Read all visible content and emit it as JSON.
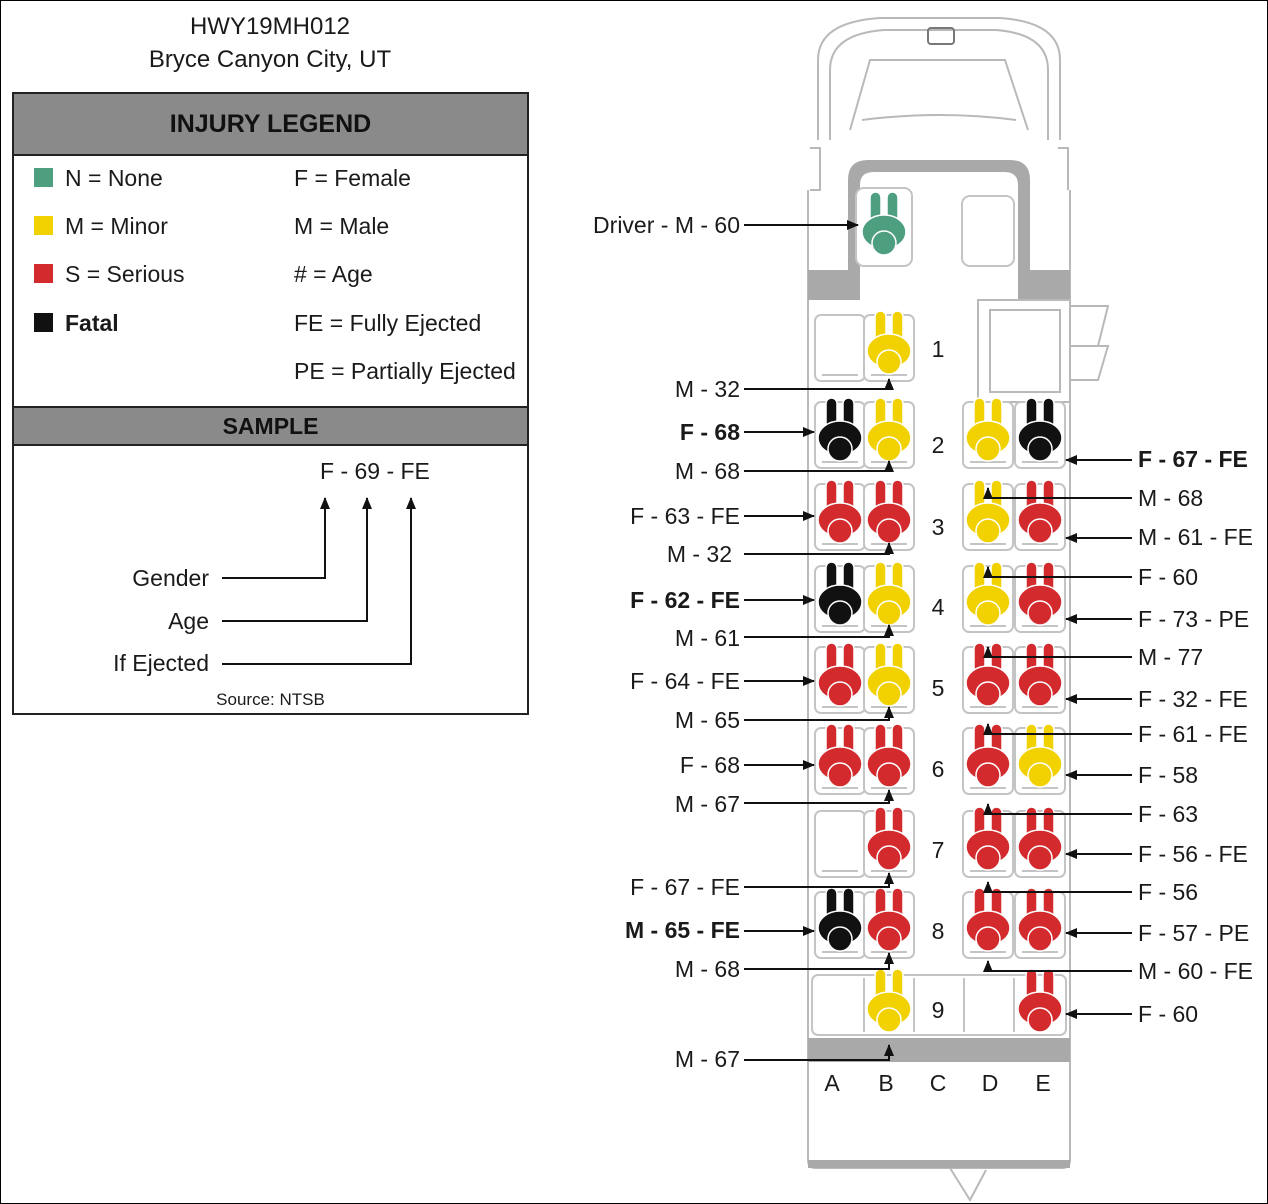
{
  "case": {
    "id": "HWY19MH012",
    "location": "Bryce Canyon City, UT"
  },
  "legend": {
    "title": "INJURY LEGEND",
    "injury": [
      {
        "label": "N = None",
        "color": "#4e9e80"
      },
      {
        "label": "M = Minor",
        "color": "#f2d100"
      },
      {
        "label": "S = Serious",
        "color": "#d32a2e"
      },
      {
        "label": "Fatal",
        "color": "#111111"
      }
    ],
    "key": [
      "F = Female",
      "M = Male",
      "# = Age",
      "FE = Fully Ejected",
      "PE = Partially Ejected"
    ],
    "sample_title": "SAMPLE",
    "sample_text": "F - 69 - FE",
    "sample_parts": [
      "Gender",
      "Age",
      "If Ejected"
    ],
    "source": "Source: NTSB"
  },
  "bus": {
    "columns": [
      "A",
      "B",
      "C",
      "D",
      "E"
    ],
    "rows": [
      "1",
      "2",
      "3",
      "4",
      "5",
      "6",
      "7",
      "8",
      "9"
    ],
    "driver_label": "Driver - M - 60",
    "left_labels": [
      "M - 32",
      "F - 68",
      "M - 68",
      "F - 63 - FE",
      "M - 32",
      "F - 62 - FE",
      "M - 61",
      "F - 64 - FE",
      "M - 65",
      "F - 68",
      "M - 67",
      "F - 67 - FE",
      "M - 65 - FE",
      "M - 68",
      "M - 67"
    ],
    "right_labels": [
      "F - 67 - FE",
      "M - 68",
      "M - 61 - FE",
      "F - 60",
      "F - 73 - PE",
      "M - 77",
      "F - 32 - FE",
      "F - 61 - FE",
      "F - 58",
      "F - 63",
      "F - 56 - FE",
      "F - 56",
      "F - 57 - PE",
      "M - 60 - FE",
      "F - 60"
    ]
  },
  "occupants": [
    {
      "seat": "Driver",
      "injury": "none"
    },
    {
      "seat": "1B",
      "injury": "minor"
    },
    {
      "seat": "2A",
      "injury": "fatal"
    },
    {
      "seat": "2B",
      "injury": "minor"
    },
    {
      "seat": "2D",
      "injury": "minor"
    },
    {
      "seat": "2E",
      "injury": "fatal"
    },
    {
      "seat": "3A",
      "injury": "serious"
    },
    {
      "seat": "3B",
      "injury": "serious"
    },
    {
      "seat": "3D",
      "injury": "minor"
    },
    {
      "seat": "3E",
      "injury": "serious"
    },
    {
      "seat": "4A",
      "injury": "fatal"
    },
    {
      "seat": "4B",
      "injury": "minor"
    },
    {
      "seat": "4D",
      "injury": "minor"
    },
    {
      "seat": "4E",
      "injury": "serious"
    },
    {
      "seat": "5A",
      "injury": "serious"
    },
    {
      "seat": "5B",
      "injury": "minor"
    },
    {
      "seat": "5D",
      "injury": "serious"
    },
    {
      "seat": "5E",
      "injury": "serious"
    },
    {
      "seat": "6A",
      "injury": "serious"
    },
    {
      "seat": "6B",
      "injury": "serious"
    },
    {
      "seat": "6D",
      "injury": "serious"
    },
    {
      "seat": "6E",
      "injury": "minor"
    },
    {
      "seat": "7B",
      "injury": "serious"
    },
    {
      "seat": "7D",
      "injury": "serious"
    },
    {
      "seat": "7E",
      "injury": "serious"
    },
    {
      "seat": "8A",
      "injury": "fatal"
    },
    {
      "seat": "8B",
      "injury": "serious"
    },
    {
      "seat": "8D",
      "injury": "serious"
    },
    {
      "seat": "8E",
      "injury": "serious"
    },
    {
      "seat": "9B",
      "injury": "minor"
    },
    {
      "seat": "9E",
      "injury": "serious"
    }
  ]
}
